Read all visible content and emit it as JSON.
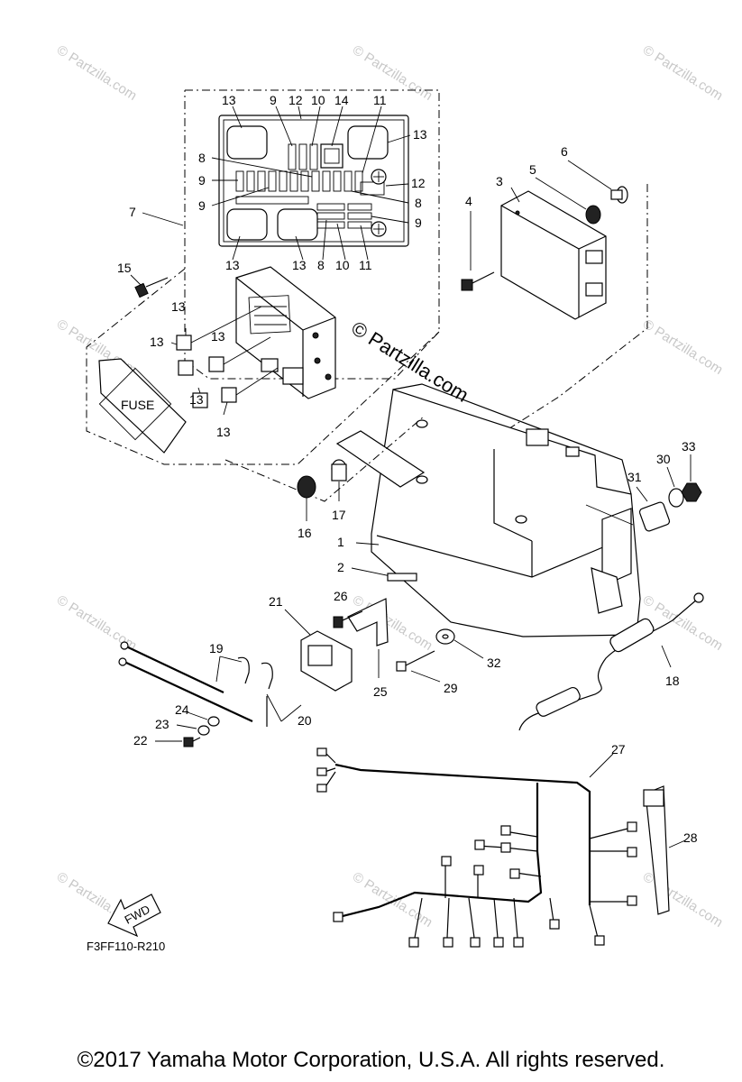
{
  "diagram": {
    "diagram_code": "F3FF110-R210",
    "fuse_label": "FUSE",
    "fwd_label": "FWD",
    "watermark_main": "© Partzilla.com",
    "watermark_tile": "© Partzilla.com",
    "copyright": "©2017  Yamaha Motor Corporation, U.S.A. All rights reserved.",
    "callouts": [
      "1",
      "2",
      "3",
      "4",
      "5",
      "6",
      "7",
      "8",
      "9",
      "10",
      "11",
      "12",
      "13",
      "14",
      "15",
      "16",
      "17",
      "18",
      "19",
      "20",
      "21",
      "22",
      "23",
      "24",
      "25",
      "26",
      "27",
      "28",
      "29",
      "30",
      "31",
      "32",
      "33"
    ],
    "fuse_box_callouts": {
      "top_row": [
        "13",
        "9",
        "12",
        "10",
        "14",
        "11",
        "13"
      ],
      "left_col": [
        "8",
        "9",
        "9"
      ],
      "right_col": [
        "12",
        "8",
        "9"
      ],
      "bottom_row": [
        "13",
        "13",
        "8",
        "10",
        "11"
      ]
    },
    "relay_callouts": [
      "13",
      "13",
      "13",
      "13",
      "13"
    ]
  }
}
